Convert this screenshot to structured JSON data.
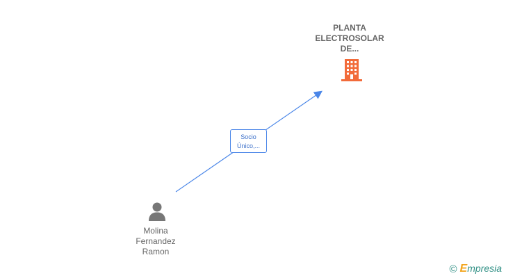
{
  "company": {
    "name_lines": [
      "PLANTA",
      "ELECTROSOLAR",
      "DE..."
    ],
    "icon": "building-icon",
    "color": "#f26b3a"
  },
  "person": {
    "name_lines": [
      "Molina",
      "Fernandez",
      "Ramon"
    ],
    "icon": "person-icon",
    "color": "#777777"
  },
  "relation": {
    "label_lines": [
      "Socio",
      "Único,..."
    ],
    "color": "#4a86e8"
  },
  "watermark": {
    "copyright": "©",
    "brand_initial": "E",
    "brand_rest": "mpresia"
  }
}
